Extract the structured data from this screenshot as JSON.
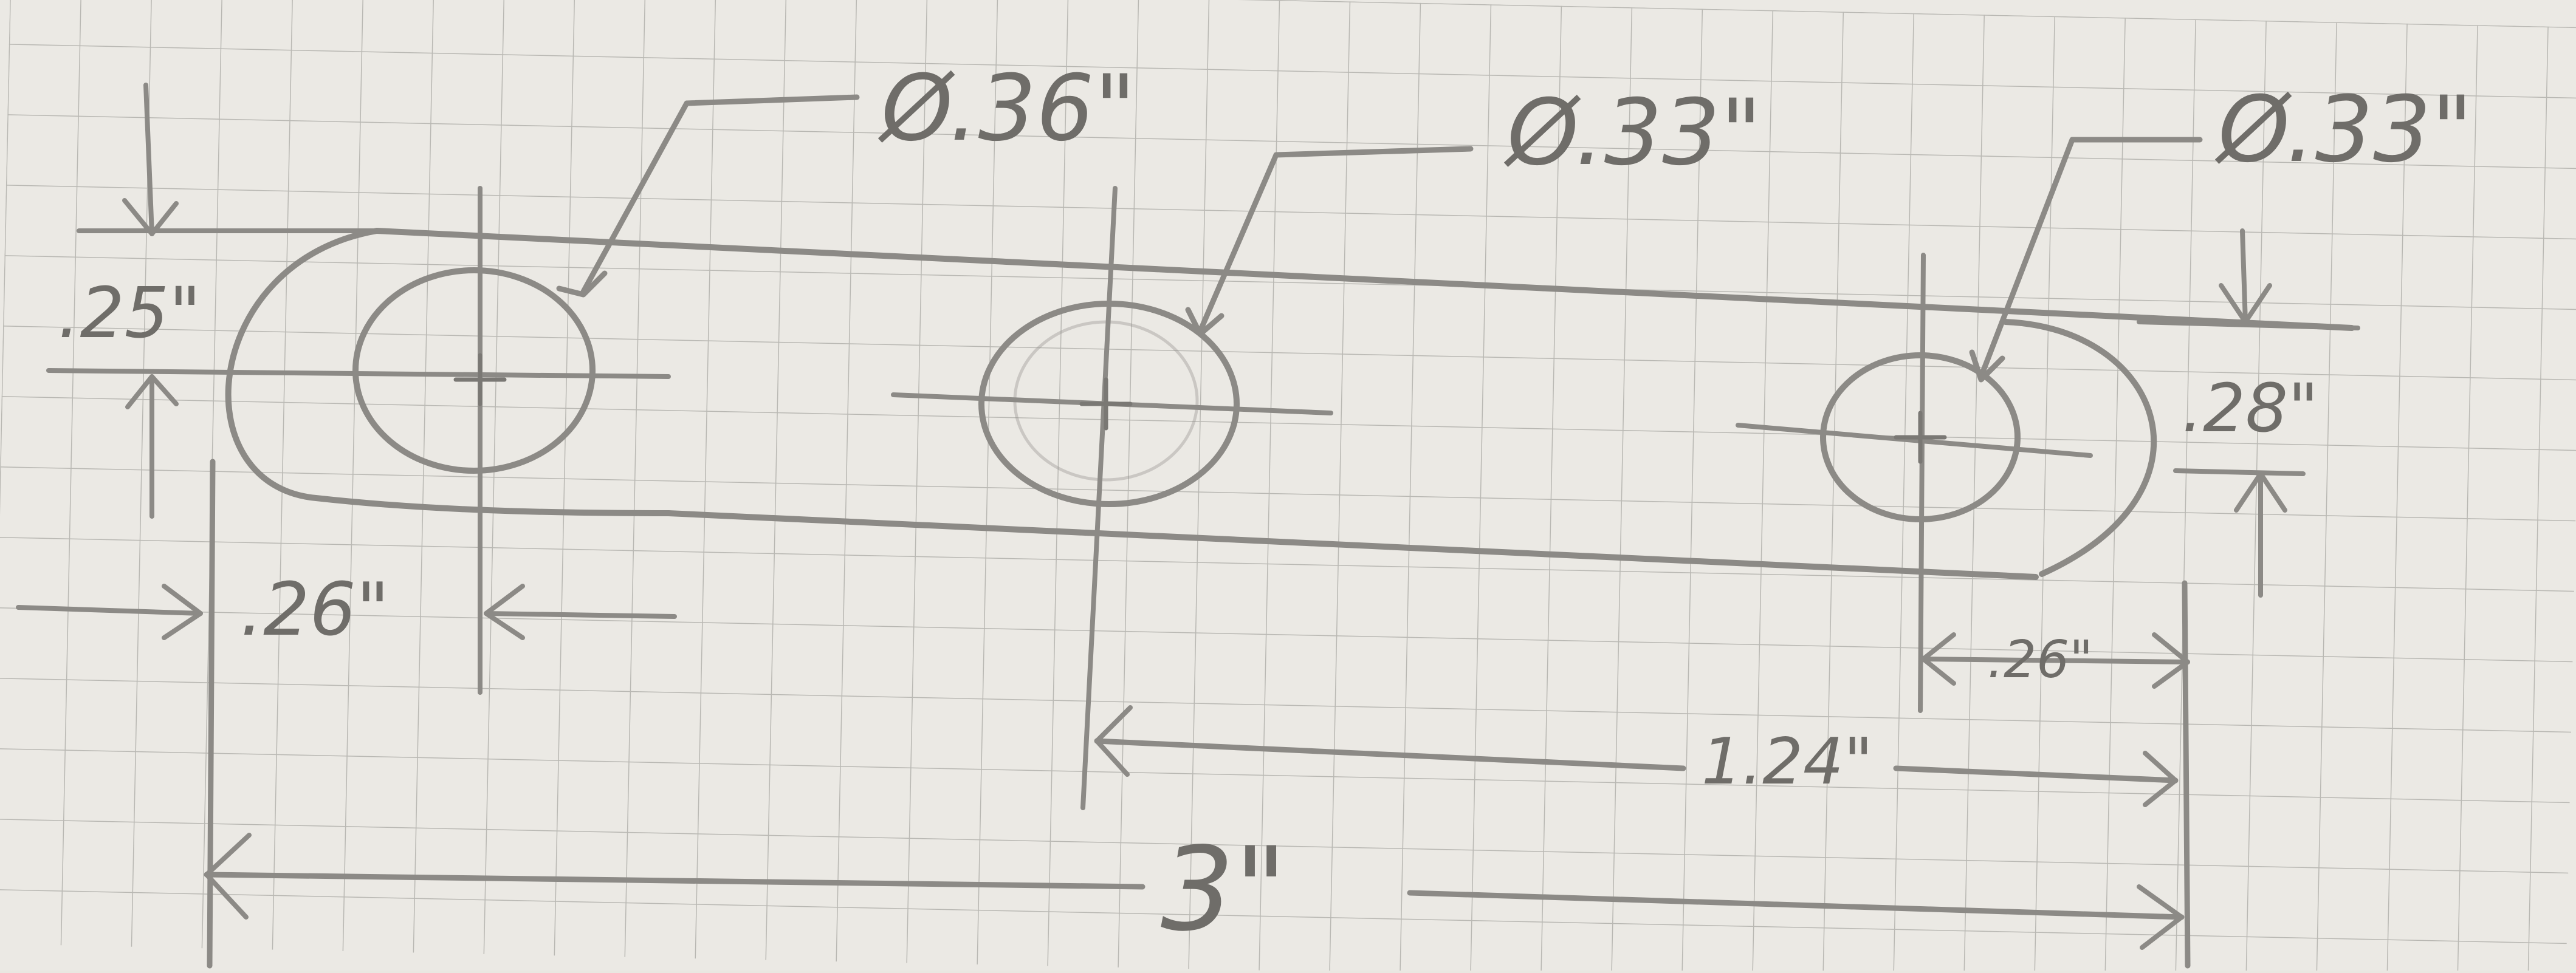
{
  "drawing": {
    "paper": "graph-paper",
    "holes": [
      {
        "id": "left",
        "diameter_label": "Ø.36\""
      },
      {
        "id": "middle",
        "diameter_label": "Ø.33\""
      },
      {
        "id": "right",
        "diameter_label": "Ø.33\""
      }
    ],
    "dimensions": {
      "left_end_height": ".25\"",
      "left_hole_offset": ".26\"",
      "right_end_height": ".28\"",
      "right_hole_offset": ".26\"",
      "middle_to_right_end": "1.24\"",
      "overall_length": "3\""
    }
  }
}
